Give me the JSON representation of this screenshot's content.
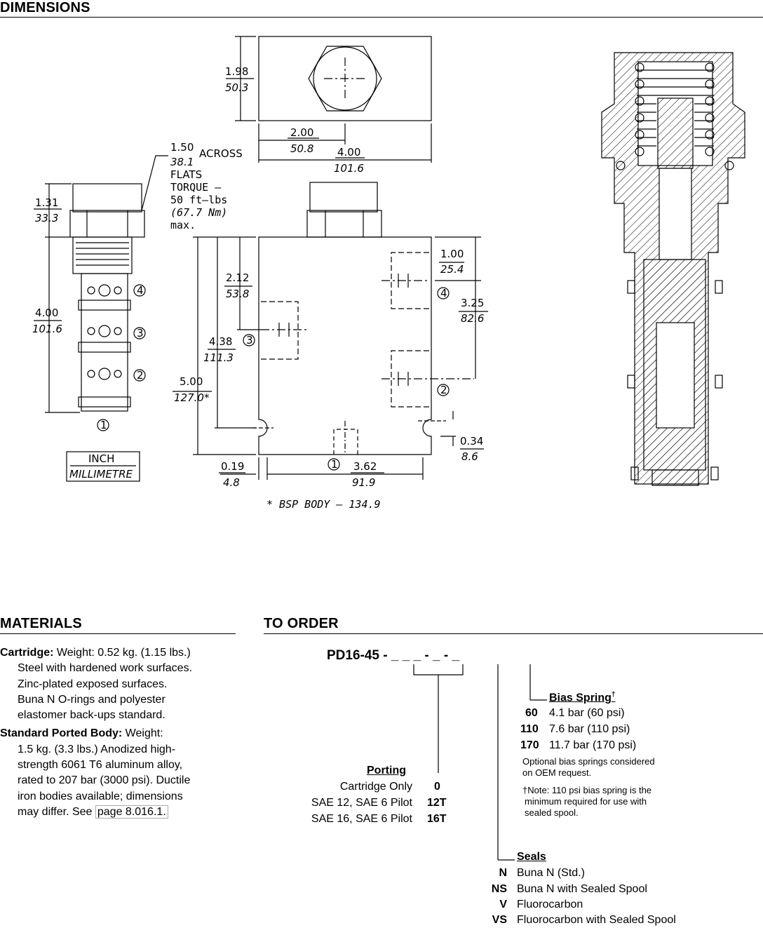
{
  "dimensions": {
    "title": "DIMENSIONS",
    "labels": {
      "top_width_in": "1.98",
      "top_width_mm": "50.3",
      "half_in": "2.00",
      "half_mm": "50.8",
      "full_in": "4.00",
      "full_mm": "101.6",
      "hex_in": "1.50",
      "hex_mm": "38.1",
      "across": "ACROSS",
      "flats": "FLATS",
      "torque1": "TORQUE –",
      "torque2": "50 ft–lbs",
      "torque3": "(67.7 Nm)",
      "torque4": "max.",
      "cart_top_in": "1.31",
      "cart_top_mm": "33.3",
      "cart_len_in": "4.00",
      "cart_len_mm": "101.6",
      "body_port_in": "2.12",
      "body_port_mm": "53.8",
      "body_p3_in": "4.38",
      "body_p3_mm": "111.3",
      "body_h_in": "5.00",
      "body_h_mm": "127.0*",
      "port4_in": "1.00",
      "port4_mm": "25.4",
      "port2_in": "3.25",
      "port2_mm": "82.6",
      "mount_in": "0.34",
      "mount_mm": "8.6",
      "edge_in": "0.19",
      "edge_mm": "4.8",
      "bolt_in": "3.62",
      "bolt_mm": "91.9",
      "bsp_note": "* BSP BODY – 134.9",
      "legend_inch": "INCH",
      "legend_mm": "MILLIMETRE",
      "port_1": "1",
      "port_2": "2",
      "port_3": "3",
      "port_4": "4"
    }
  },
  "materials": {
    "title": "MATERIALS",
    "cartridge_label": "Cartridge:",
    "cartridge_first": " Weight: 0.52 kg. (1.15 lbs.)",
    "cartridge_lines": [
      "Steel with hardened work surfaces.",
      "Zinc-plated exposed surfaces.",
      "Buna N O-rings and polyester",
      "elastomer back-ups standard."
    ],
    "body_label": "Standard Ported Body:",
    "body_first": " Weight:",
    "body_lines": [
      "1.5 kg. (3.3 lbs.) Anodized high-",
      "strength 6061 T6 aluminum alloy,",
      "rated to 207 bar (3000 psi). Ductile",
      "iron bodies available; dimensions"
    ],
    "body_last": "may differ. See ",
    "page_link": "page 8.016.1."
  },
  "order": {
    "title": "TO ORDER",
    "model": "PD16-45 - _ _ _ - _ - _",
    "porting": {
      "heading": "Porting",
      "rows": [
        {
          "label": "Cartridge Only",
          "code": "0"
        },
        {
          "label": "SAE 12, SAE 6 Pilot",
          "code": "12T"
        },
        {
          "label": "SAE 16, SAE 6 Pilot",
          "code": "16T"
        }
      ]
    },
    "bias": {
      "heading": "Bias Spring",
      "dagger": "†",
      "rows": [
        {
          "code": "60",
          "label": "4.1 bar (60 psi)"
        },
        {
          "code": "110",
          "label": "7.6 bar (110 psi)"
        },
        {
          "code": "170",
          "label": "11.7 bar (170 psi)"
        }
      ],
      "note1": [
        "Optional bias springs considered",
        "on OEM request."
      ],
      "note2": [
        "†Note: 110 psi bias spring is the",
        "minimum required for use with",
        "sealed spool."
      ]
    },
    "seals": {
      "heading": "Seals",
      "rows": [
        {
          "code": "N",
          "label": "Buna N (Std.)"
        },
        {
          "code": "NS",
          "label": "Buna N with Sealed Spool"
        },
        {
          "code": "V",
          "label": "Fluorocarbon"
        },
        {
          "code": "VS",
          "label": "Fluorocarbon with Sealed Spool"
        }
      ]
    }
  }
}
